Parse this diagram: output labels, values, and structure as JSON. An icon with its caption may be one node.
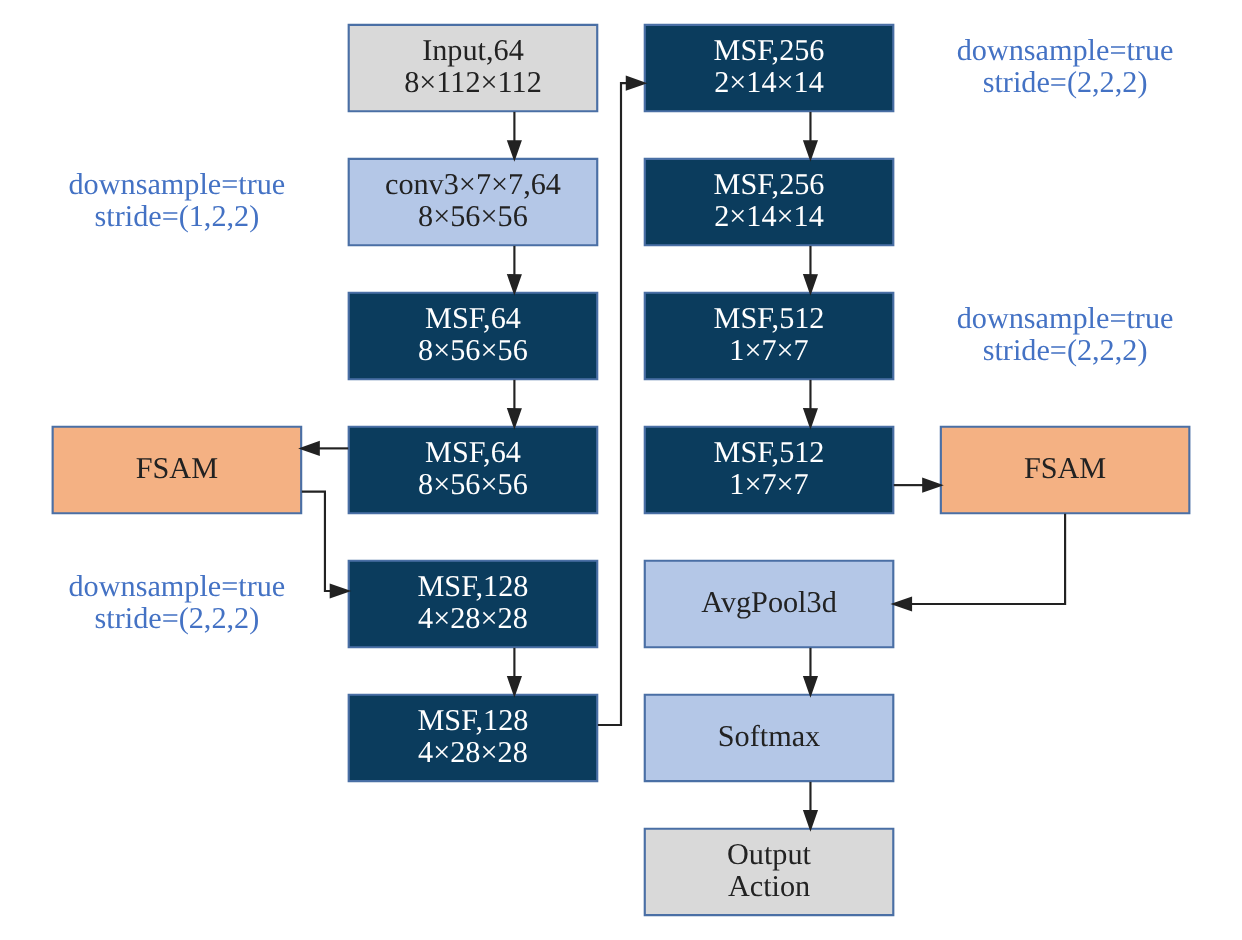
{
  "diagram": {
    "nodes": [
      {
        "text": [
          "Input,64",
          "8×112×112"
        ]
      },
      {
        "text": [
          "conv3×7×7,64",
          "8×56×56"
        ],
        "beside": [
          "downsample=true",
          "stride=(1,2,2)"
        ]
      },
      {
        "text": [
          "MSF,64",
          "8×56×56"
        ]
      },
      {
        "text": [
          "MSF,64",
          "8×56×56"
        ]
      },
      {
        "text": [
          "FSAM"
        ]
      },
      {
        "text": [
          "MSF,128",
          "4×28×28"
        ],
        "beside": [
          "downsample=true",
          "stride=(2,2,2)"
        ]
      },
      {
        "text": [
          "MSF,128",
          "4×28×28"
        ]
      },
      {
        "text": [
          "MSF,256",
          "2×14×14"
        ],
        "beside": [
          "downsample=true",
          "stride=(2,2,2)"
        ]
      },
      {
        "text": [
          "MSF,256",
          "2×14×14"
        ]
      },
      {
        "text": [
          "MSF,512",
          "1×7×7"
        ],
        "beside": [
          "downsample=true",
          "stride=(2,2,2)"
        ]
      },
      {
        "text": [
          "MSF,512",
          "1×7×7"
        ]
      },
      {
        "text": [
          "FSAM"
        ]
      },
      {
        "text": [
          "AvgPool3d"
        ]
      },
      {
        "text": [
          "Softmax"
        ]
      },
      {
        "text": [
          "Output",
          "Action"
        ]
      }
    ],
    "edges": [
      {
        "from": 0,
        "to": 1,
        "arrow": "to"
      },
      {
        "from": 1,
        "to": 2,
        "arrow": "to"
      },
      {
        "from": 2,
        "to": 3,
        "arrow": "to"
      },
      {
        "from": 3,
        "to": 4,
        "arrow": "to"
      },
      {
        "from": 4,
        "to": 5,
        "arrow": "to"
      },
      {
        "from": 5,
        "to": 6,
        "arrow": "to"
      },
      {
        "from": 6,
        "to": 7,
        "arrow": "to"
      },
      {
        "from": 7,
        "to": 8,
        "arrow": "to"
      },
      {
        "from": 8,
        "to": 9,
        "arrow": "to"
      },
      {
        "from": 9,
        "to": 10,
        "arrow": "to"
      },
      {
        "from": 10,
        "to": 11,
        "arrow": "to"
      },
      {
        "from": 11,
        "to": 12,
        "arrow": "to"
      },
      {
        "from": 12,
        "to": 13,
        "arrow": "to"
      },
      {
        "from": 13,
        "to": 14,
        "arrow": "to"
      }
    ]
  }
}
